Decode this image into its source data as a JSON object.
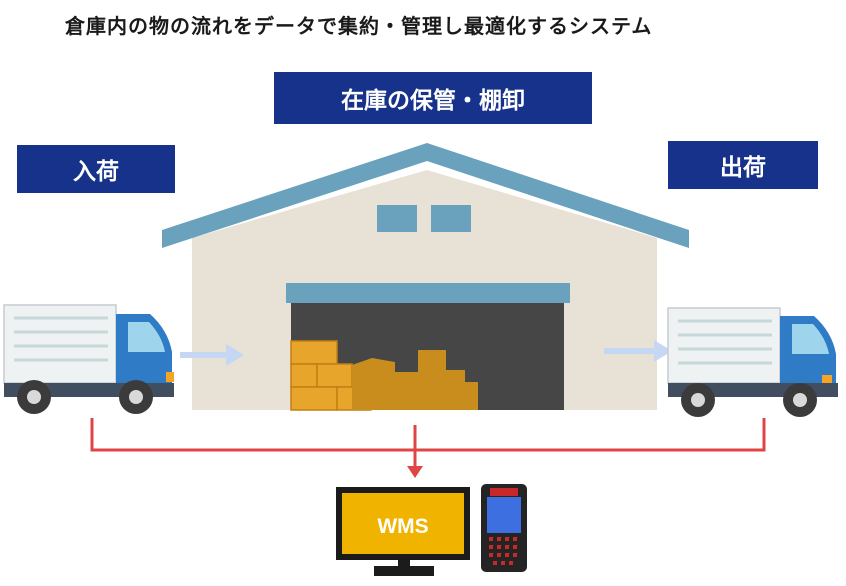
{
  "title": "倉庫内の物の流れをデータで集約・管理し最適化するシステム",
  "labels": {
    "storage": "在庫の保管・棚卸",
    "inbound": "入荷",
    "outbound": "出荷"
  },
  "system": {
    "monitor_text": "WMS"
  },
  "icons": [
    "warehouse-icon",
    "inbound-truck-icon",
    "outbound-truck-icon",
    "monitor-icon",
    "handheld-scanner-icon"
  ],
  "colors": {
    "label_bg": "#17328a",
    "roof": "#6aa1bd",
    "wall": "#e8e1d5",
    "flow_line": "#e04545",
    "boxes": "#e8a52c",
    "monitor_screen": "#f0b400"
  }
}
